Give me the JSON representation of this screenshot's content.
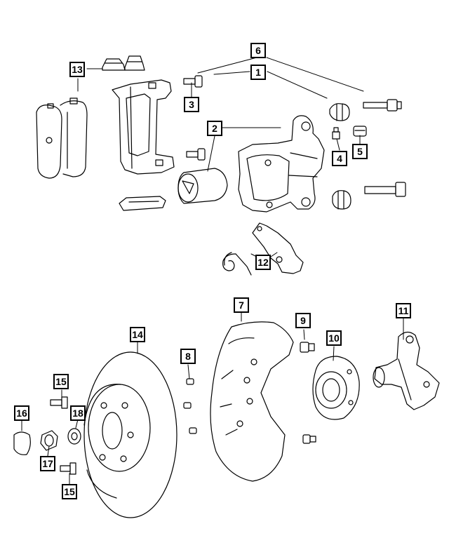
{
  "callouts": {
    "c1": "1",
    "c2": "2",
    "c3": "3",
    "c4": "4",
    "c5": "5",
    "c6": "6",
    "c7": "7",
    "c8": "8",
    "c9": "9",
    "c10": "10",
    "c11": "11",
    "c12": "12",
    "c13": "13",
    "c14": "14",
    "c15a": "15",
    "c15b": "15",
    "c16": "16",
    "c17": "17",
    "c18": "18"
  },
  "colors": {
    "line": "#000000",
    "background": "#ffffff"
  }
}
